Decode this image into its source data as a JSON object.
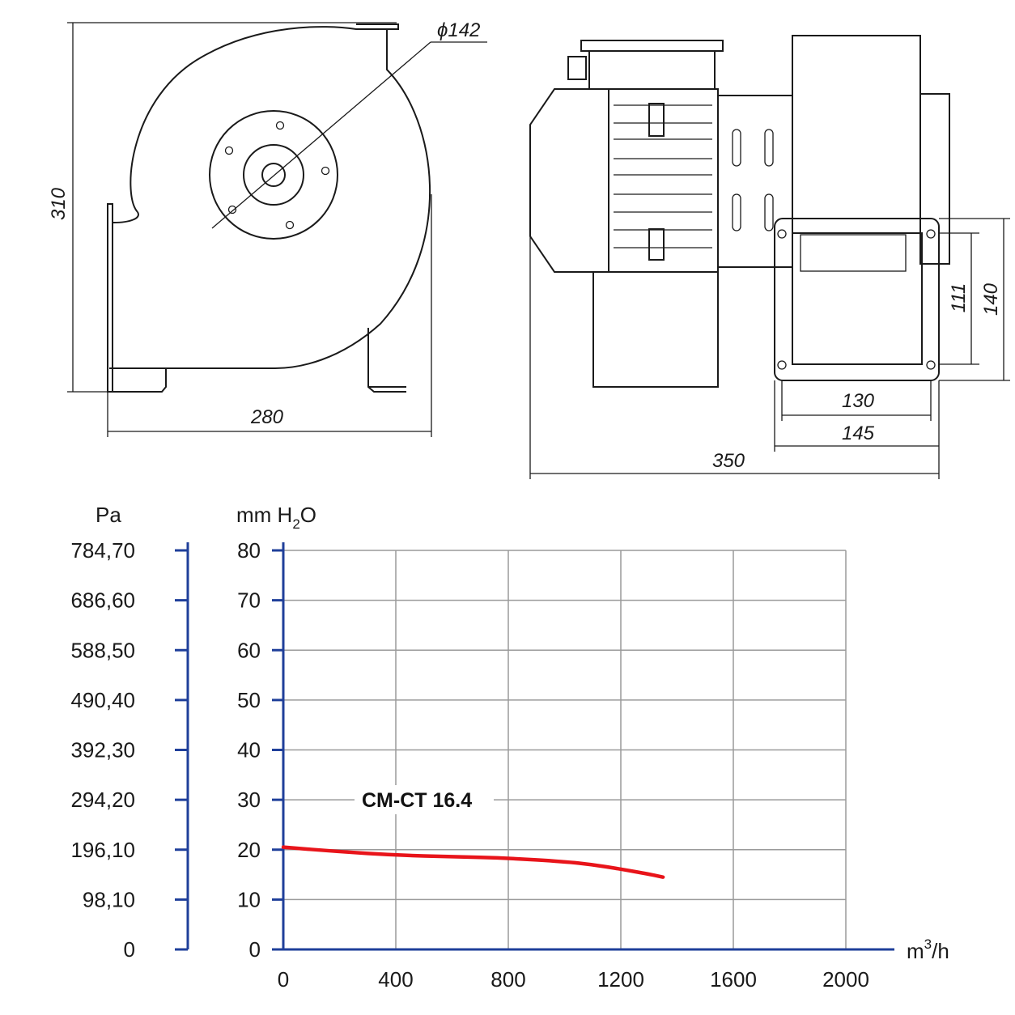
{
  "drawing": {
    "dim_diameter": "ϕ142",
    "dim_height_front": "310",
    "dim_width_front": "280",
    "dim_outlet_inner_h": "111",
    "dim_outlet_outer_h": "140",
    "dim_outlet_inner_w": "130",
    "dim_outlet_outer_w": "145",
    "dim_total_length": "350"
  },
  "chart_data": {
    "type": "line",
    "left_unit_label": "Pa",
    "y_unit_label": "mm H",
    "y_unit_sub": "2",
    "y_unit_tail": "O",
    "x_unit_label": "m",
    "x_unit_sup": "3",
    "x_unit_tail": "/h",
    "x_ticks": [
      0,
      400,
      800,
      1200,
      1600,
      2000
    ],
    "y_ticks": [
      0,
      10,
      20,
      30,
      40,
      50,
      60,
      70,
      80
    ],
    "pa_ticks": [
      "0",
      "98,10",
      "196,10",
      "294,20",
      "392,30",
      "490,40",
      "588,50",
      "686,60",
      "784,70"
    ],
    "xlim": [
      0,
      2000
    ],
    "ylim": [
      0,
      80
    ],
    "grid": true,
    "series": [
      {
        "name": "CM-CT 16.4",
        "color": "#e8141a",
        "x": [
          0,
          200,
          400,
          600,
          800,
          1000,
          1100,
          1200,
          1300,
          1350
        ],
        "y": [
          20.5,
          19.6,
          18.9,
          18.6,
          18.3,
          17.6,
          17,
          16.1,
          15.1,
          14.5
        ]
      }
    ]
  }
}
